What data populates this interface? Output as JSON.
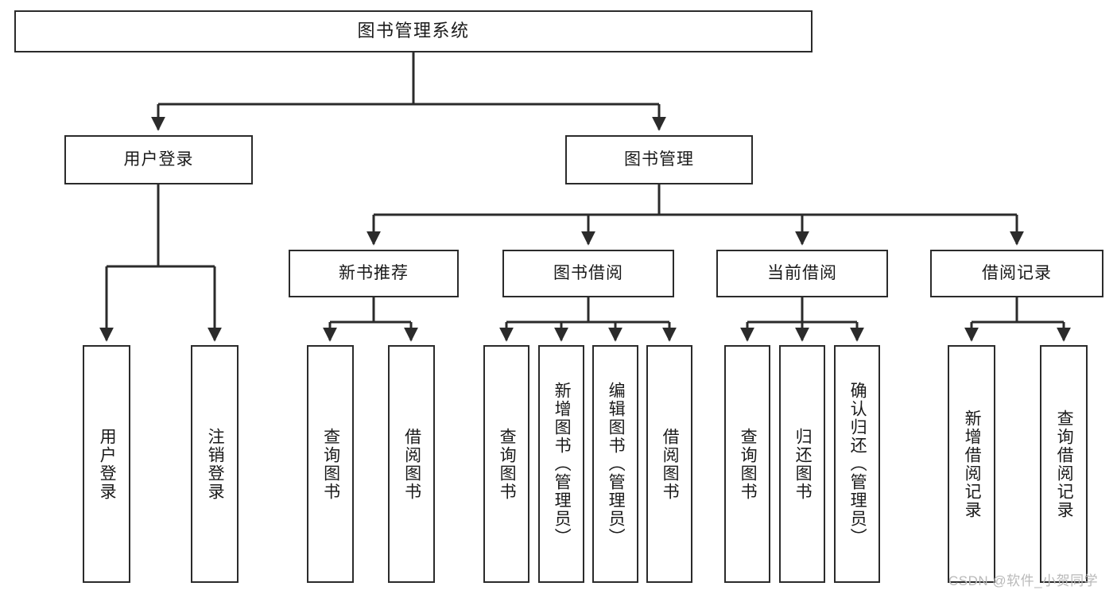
{
  "diagram": {
    "title": "图书管理系统",
    "type": "hierarchy-tree",
    "root": {
      "id": "root",
      "label": "图书管理系统"
    },
    "level2": [
      {
        "id": "user-login",
        "label": "用户登录"
      },
      {
        "id": "book-manage",
        "label": "图书管理"
      }
    ],
    "level3": [
      {
        "id": "new-book-recommend",
        "label": "新书推荐"
      },
      {
        "id": "book-borrow",
        "label": "图书借阅"
      },
      {
        "id": "current-borrow",
        "label": "当前借阅"
      },
      {
        "id": "borrow-record",
        "label": "借阅记录"
      }
    ],
    "leaves": {
      "user_login": [
        {
          "id": "leaf-user-login",
          "label": "用户登录"
        },
        {
          "id": "leaf-logout",
          "label": "注销登录"
        }
      ],
      "new_book_recommend": [
        {
          "id": "leaf-query-book-1",
          "label": "查询图书"
        },
        {
          "id": "leaf-borrow-book-1",
          "label": "借阅图书"
        }
      ],
      "book_borrow": [
        {
          "id": "leaf-query-book-2",
          "label": "查询图书"
        },
        {
          "id": "leaf-add-book",
          "label": "新增图书（管理员）"
        },
        {
          "id": "leaf-edit-book",
          "label": "编辑图书（管理员）"
        },
        {
          "id": "leaf-borrow-book-2",
          "label": "借阅图书"
        }
      ],
      "current_borrow": [
        {
          "id": "leaf-query-book-3",
          "label": "查询图书"
        },
        {
          "id": "leaf-return-book",
          "label": "归还图书"
        },
        {
          "id": "leaf-confirm-return",
          "label": "确认归还（管理员）"
        }
      ],
      "borrow_record": [
        {
          "id": "leaf-add-record",
          "label": "新增借阅记录"
        },
        {
          "id": "leaf-query-record",
          "label": "查询借阅记录"
        }
      ]
    }
  },
  "watermark": {
    "text": "CSDN @软件_小贺同学"
  },
  "colors": {
    "stroke": "#2b2b2b",
    "box_fill": "#ffffff",
    "text": "#1a1a1a",
    "watermark": "#b9b9b9",
    "background": "#ffffff"
  }
}
